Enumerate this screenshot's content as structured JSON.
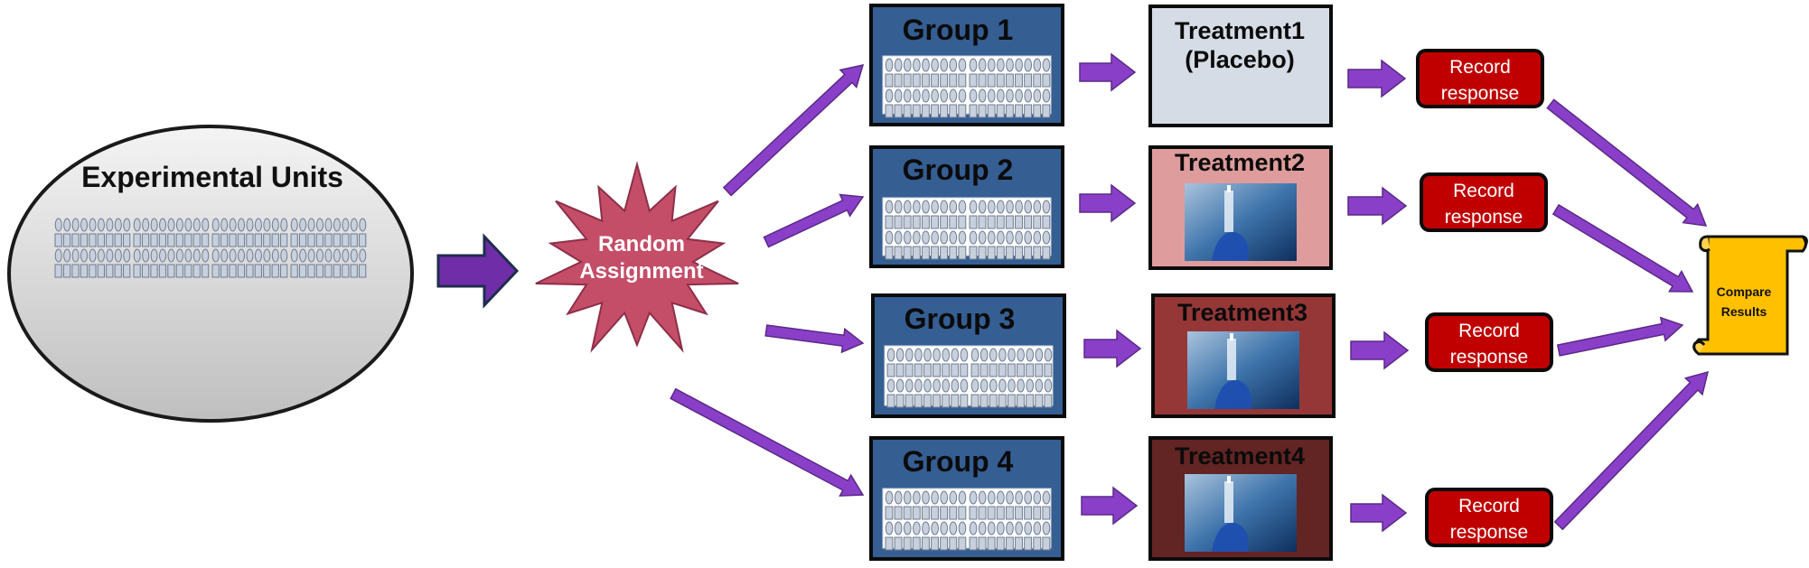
{
  "experimental_units": {
    "title": "Experimental Units"
  },
  "random_assignment": {
    "line1": "Random",
    "line2": "Assignment"
  },
  "groups": [
    {
      "title": "Group 1"
    },
    {
      "title": "Group 2"
    },
    {
      "title": "Group 3"
    },
    {
      "title": "Group 4"
    }
  ],
  "treatments": [
    {
      "line1": "Treatment1",
      "line2": "(Placebo)",
      "fill": "#d6dce6",
      "has_image": false
    },
    {
      "line1": "Treatment2",
      "line2": "",
      "fill": "#df9c9c",
      "has_image": true
    },
    {
      "line1": "Treatment3",
      "line2": "",
      "fill": "#953737",
      "has_image": true
    },
    {
      "line1": "Treatment4",
      "line2": "",
      "fill": "#632424",
      "has_image": true
    }
  ],
  "record": {
    "line1": "Record",
    "line2": "response"
  },
  "compare": {
    "line1": "Compare",
    "line2": "Results"
  },
  "colors": {
    "arrow": "#8a3fc8",
    "group_fill": "#355e93",
    "record_fill": "#c00000",
    "starburst": "#c44d68",
    "scroll": "#ffc000",
    "unit_fill": "#c8d0dc",
    "unit_stroke": "#6d7c92"
  }
}
